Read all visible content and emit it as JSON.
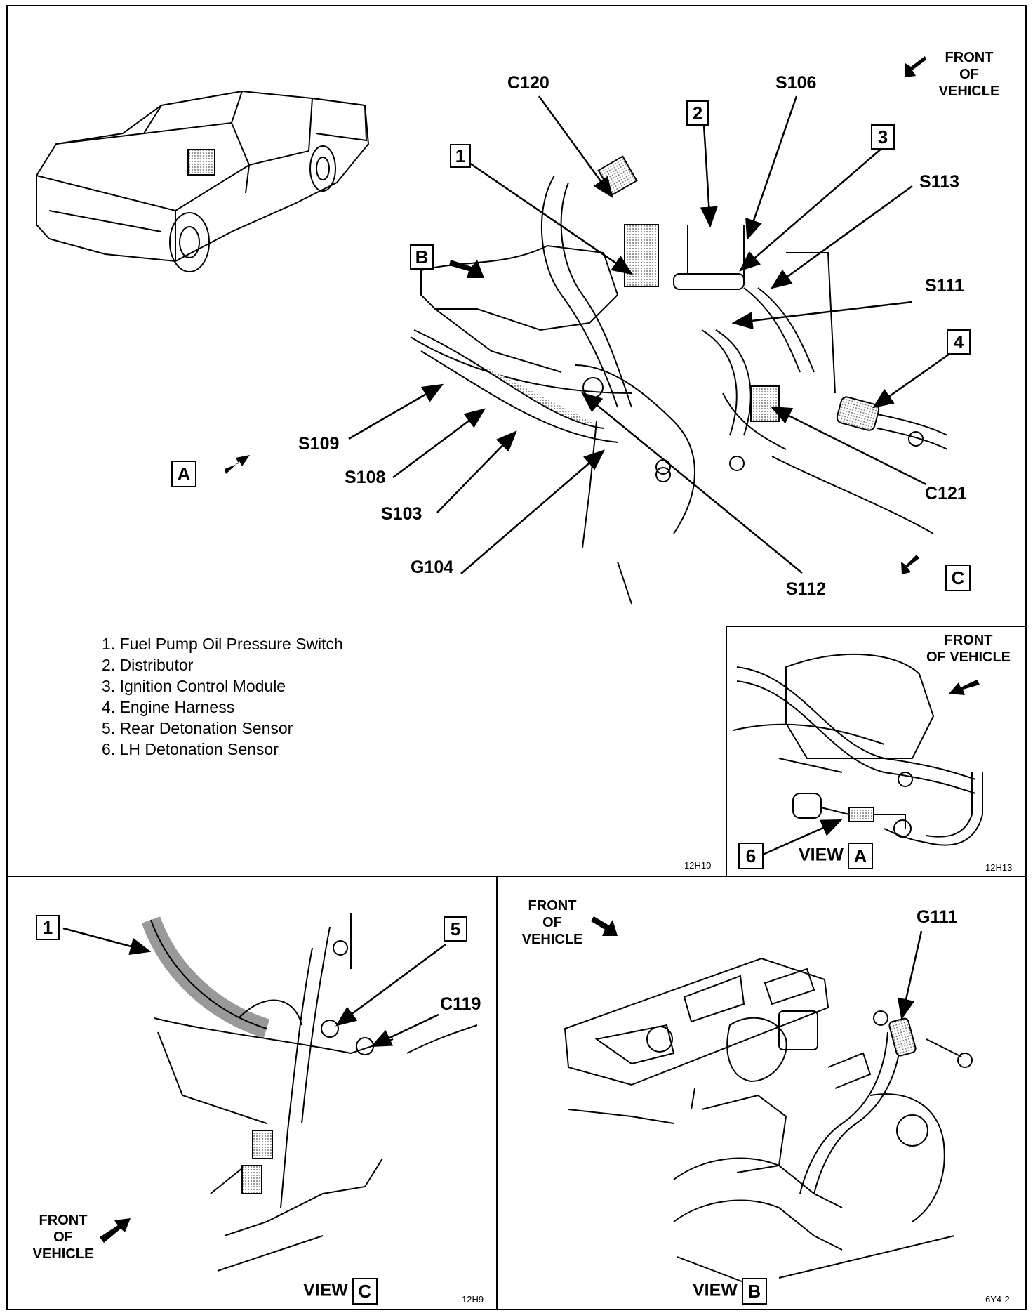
{
  "main": {
    "labels": {
      "c120": "C120",
      "s106": "S106",
      "s113": "S113",
      "s111": "S111",
      "s109": "S109",
      "s108": "S108",
      "s103": "S103",
      "g104": "G104",
      "s112": "S112",
      "c121": "C121"
    },
    "front": [
      "FRONT",
      "OF",
      "VEHICLE"
    ],
    "callouts": [
      "1",
      "2",
      "3",
      "4"
    ],
    "views": {
      "a": "A",
      "b": "B",
      "c": "C"
    },
    "code": "12H10"
  },
  "legend": [
    "1.  Fuel Pump Oil Pressure Switch",
    "2.  Distributor",
    "3.  Ignition Control Module",
    "4.  Engine Harness",
    "5.  Rear Detonation Sensor",
    "6.  LH Detonation Sensor"
  ],
  "view_a": {
    "front": [
      "FRONT",
      "OF VEHICLE"
    ],
    "callout": "6",
    "view_word": "VIEW",
    "view_letter": "A",
    "code": "12H13"
  },
  "view_c": {
    "callouts": [
      "1",
      "5"
    ],
    "label": "C119",
    "front": [
      "FRONT",
      "OF",
      "VEHICLE"
    ],
    "view_word": "VIEW",
    "view_letter": "C",
    "code": "12H9"
  },
  "view_b": {
    "label": "G111",
    "front": [
      "FRONT",
      "OF",
      "VEHICLE"
    ],
    "view_word": "VIEW",
    "view_letter": "B",
    "code": "6Y4-2"
  }
}
